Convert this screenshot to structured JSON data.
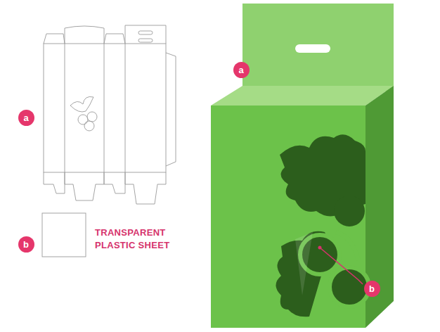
{
  "diagram": {
    "nodes": [
      {
        "text": [
          "a"
        ]
      },
      {
        "text": [
          "a"
        ]
      },
      {
        "text": [
          "b"
        ]
      },
      {
        "text": [
          "b"
        ]
      }
    ],
    "labels": [
      "TRANSPARENT PLASTIC SHEET"
    ]
  }
}
